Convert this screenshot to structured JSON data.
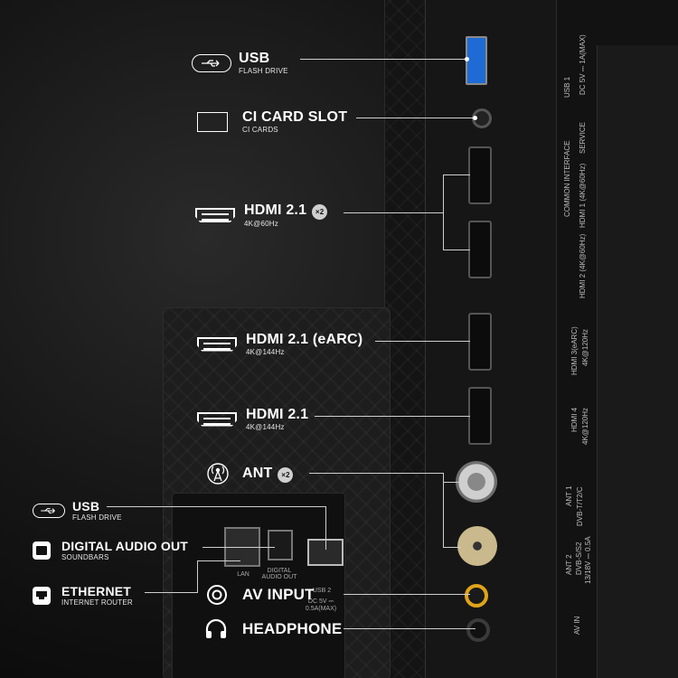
{
  "labels": {
    "usb_top": {
      "title": "USB",
      "sub": "FLASH DRIVE"
    },
    "ci": {
      "title": "CI CARD SLOT",
      "sub": "CI CARDS"
    },
    "hdmi_x2": {
      "title": "HDMI 2.1",
      "sub": "4K@60Hz",
      "badge": "×2"
    },
    "hdmi_earc": {
      "title": "HDMI 2.1 (eARC)",
      "sub": "4K@144Hz"
    },
    "hdmi": {
      "title": "HDMI 2.1",
      "sub": "4K@144Hz"
    },
    "ant": {
      "title": "ANT",
      "badge": "×2"
    },
    "usb_bottom": {
      "title": "USB",
      "sub": "FLASH DRIVE"
    },
    "digital_audio": {
      "title": "DIGITAL AUDIO OUT",
      "sub": "SOUNDBARS"
    },
    "ethernet": {
      "title": "ETHERNET",
      "sub": "INTERNET ROUTER"
    },
    "av_input": {
      "title": "AV INPUT"
    },
    "headphone": {
      "title": "HEADPHONE"
    }
  },
  "chassis_print": {
    "usb1": "USB 1",
    "usb1_power": "DC 5V ⎓ 1A(MAX)",
    "service": "SERVICE",
    "hdmi1": "HDMI 1 (4K@60Hz)",
    "common_interface": "COMMON INTERFACE",
    "hdmi2": "HDMI 2 (4K@60Hz)",
    "hdmi3": "HDMI 3(eARC)",
    "hdmi3_rate": "4K@120Hz",
    "hdmi4": "HDMI 4",
    "hdmi4_rate": "4K@120Hz",
    "ant1": "ANT 1",
    "ant1_std": "DVB-T/T2/C",
    "ant2": "ANT 2",
    "ant2_std": "DVB-S/S2",
    "ant2_power": "13/18V ⎓ 0.5A",
    "av_in": "AV IN"
  },
  "panel_print": {
    "lan": "LAN",
    "digital_audio_out": "DIGITAL AUDIO OUT",
    "usb2": "USB 2",
    "usb2_power": "DC 5V ⎓ 0.5A(MAX)"
  },
  "icons": [
    "usb-icon",
    "ci-card-icon",
    "hdmi-icon",
    "antenna-icon",
    "ethernet-icon",
    "optical-icon",
    "av-icon",
    "headphone-icon"
  ],
  "colors": {
    "usb_port": "#1e6bd6",
    "av_port": "#e0a419",
    "ant_connector": "#c9b98c"
  }
}
